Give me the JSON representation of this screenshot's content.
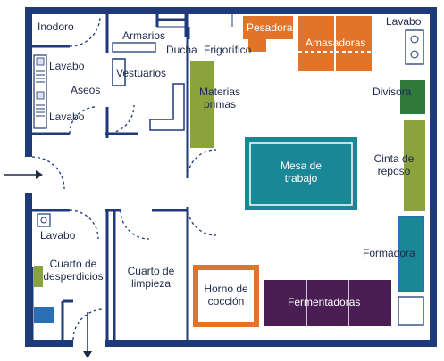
{
  "rooms": {
    "inodoro": "Inodoro",
    "armarios": "Armarios",
    "ducha": "Ducha",
    "frigorifico": "Frigorífico",
    "lavabo_aseos_1": "Lavabo",
    "aseos": "Aseos",
    "lavabo_aseos_2": "Lavabo",
    "vestuarios": "Vestuarios",
    "lavabo_desperdicios": "Lavabo",
    "cuarto_desperdicios": "Cuarto de desperdicios",
    "cuarto_limpieza": "Cuarto de limpieza"
  },
  "equipment": {
    "pesadora": "Pesadora",
    "amasadoras": "Amasadoras",
    "lavabo_obrador": "Lavabo",
    "materias_primas": "Materias primas",
    "divisora": "Divisora",
    "mesa_trabajo": "Mesa de trabajo",
    "cinta_reposo": "Cinta de reposo",
    "formadora": "Formadora",
    "horno_coccion": "Horno de cocción",
    "fermentadoras": "Fermentadoras"
  },
  "colors": {
    "wall": "#1f3a78",
    "orange": "#e4732a",
    "olive": "#8aa33a",
    "teal": "#1a8796",
    "green": "#2f7a3a",
    "purple": "#4a1e52",
    "blue": "#2a6fb5"
  }
}
